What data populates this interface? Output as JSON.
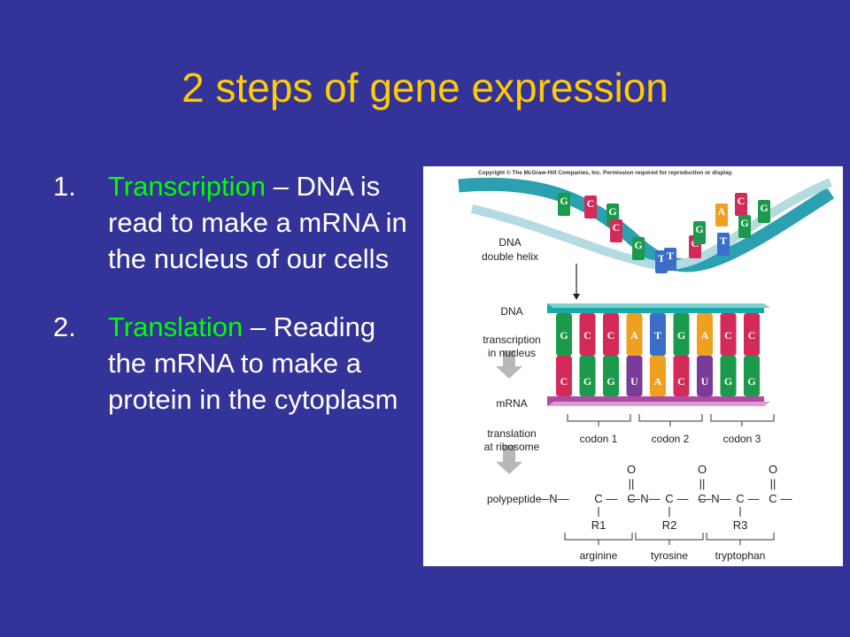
{
  "slide": {
    "title": "2 steps of gene expression",
    "steps": [
      {
        "number": "1.",
        "term": "Transcription",
        "separator": " – ",
        "description": "DNA is read to make a mRNA in the nucleus of our cells"
      },
      {
        "number": "2.",
        "term": "Translation",
        "separator": " – ",
        "description": "Reading the mRNA to make a protein in the cytoplasm"
      }
    ]
  },
  "figure": {
    "copyright": "Copyright © The McGraw-Hill Companies, Inc. Permission required for reproduction or display.",
    "labels": {
      "helix_line1": "DNA",
      "helix_line2": "double helix",
      "dna": "DNA",
      "transcription_line1": "transcription",
      "transcription_line2": "in nucleus",
      "mrna": "mRNA",
      "translation_line1": "translation",
      "translation_line2": "at ribosome",
      "polypeptide": "polypeptide"
    },
    "helix_bases": [
      "G",
      "C",
      "G",
      "C",
      "G",
      "T",
      "T",
      "C",
      "G",
      "A",
      "T",
      "C",
      "G",
      "G"
    ],
    "dna_bases": [
      "G",
      "C",
      "C",
      "A",
      "T",
      "G",
      "A",
      "C",
      "C"
    ],
    "mrna_bases": [
      "C",
      "G",
      "G",
      "U",
      "A",
      "C",
      "U",
      "G",
      "G"
    ],
    "codons": [
      "codon 1",
      "codon 2",
      "codon 3"
    ],
    "amino_acids": [
      "arginine",
      "tyrosine",
      "tryptophan"
    ],
    "r_groups": [
      "R1",
      "R2",
      "R3"
    ],
    "chain": [
      "—N—",
      "C",
      "—",
      "C",
      "—N—",
      "C",
      "—",
      "C",
      "—N—",
      "C",
      "—",
      "C",
      "—"
    ],
    "oxygen": "O",
    "double_bond": "||",
    "base_colors": {
      "G": "#1a9a4a",
      "C": "#d42a5a",
      "A": "#f0a020",
      "T": "#3a6ec8",
      "U": "#7a3a9a"
    },
    "colors": {
      "rod_top": "#1aa8a8",
      "rod_bottom": "#b04aa0"
    }
  }
}
